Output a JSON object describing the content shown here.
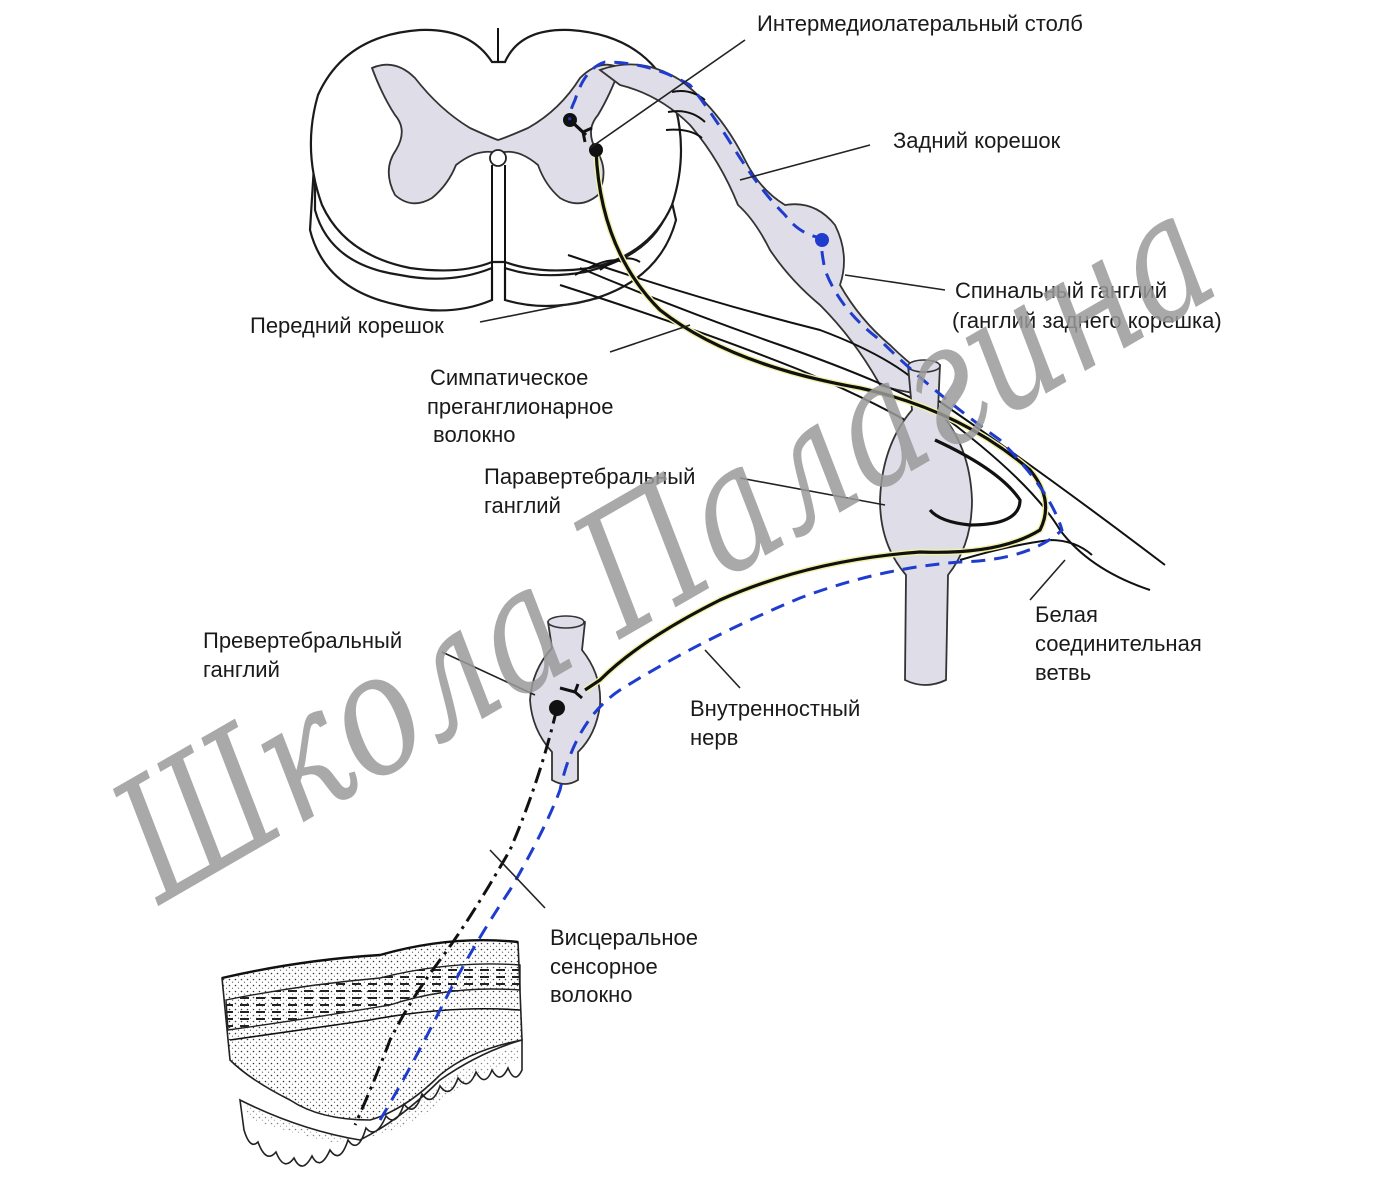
{
  "labels": {
    "intermediolateral": "Интермедиолатеральный столб",
    "dorsal_root": "Задний корешок",
    "spinal_ganglion_1": "Спинальный ганглий",
    "spinal_ganglion_2": "(ганглий заднего корешка)",
    "ventral_root": "Передний корешок",
    "preganglionic_1": "Симпатическое",
    "preganglionic_2": "преганглионарное",
    "preganglionic_3": "волокно",
    "paravertebral_1": "Паравертебральный",
    "paravertebral_2": "ганглий",
    "prevertebral_1": "Превертебральный",
    "prevertebral_2": "ганглий",
    "white_ramus_1": "Белая",
    "white_ramus_2": "соединительная",
    "white_ramus_3": "ветвь",
    "splanchnic_1": "Внутренностный",
    "splanchnic_2": "нерв",
    "visceral_sensory_1": "Висцеральное",
    "visceral_sensory_2": "сенсорное",
    "visceral_sensory_3": "волокно"
  },
  "watermark": "Школа Палагина",
  "colors": {
    "sensory_fiber": "#1f3ccf",
    "ganglion_fill": "#dfdee8",
    "preganglionic_fiber": "#111111"
  }
}
